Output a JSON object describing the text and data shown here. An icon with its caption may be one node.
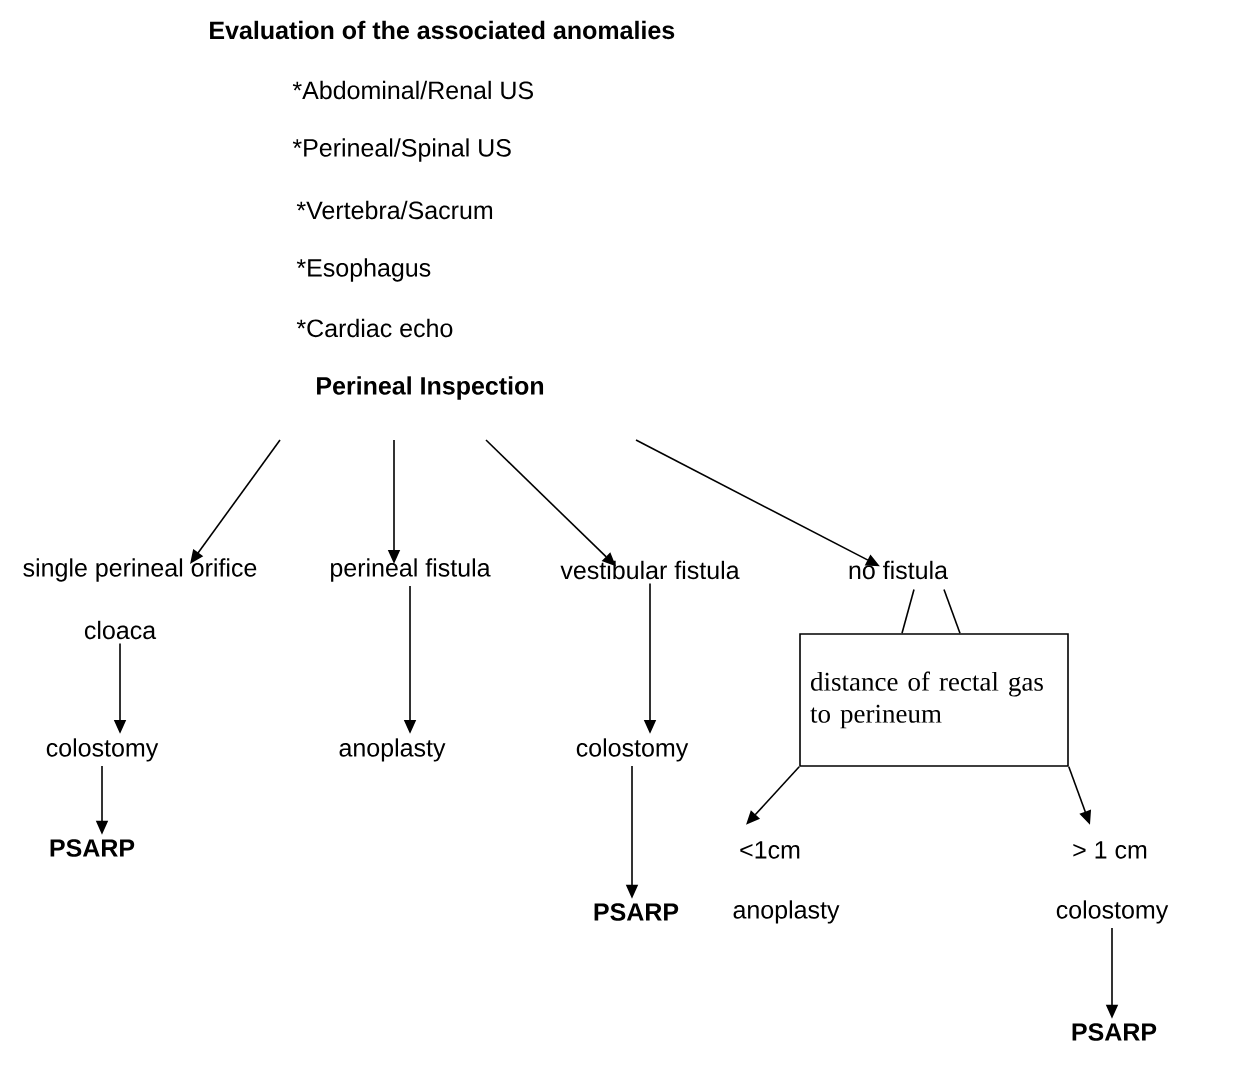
{
  "diagram": {
    "title": "Evaluation of the associated anomalies",
    "nodes": [
      {
        "text": [
          "Perineal Inspection"
        ]
      },
      {
        "text": [
          "single perineal orifice"
        ]
      },
      {
        "text": [
          "cloaca"
        ]
      },
      {
        "text": [
          "colostomy"
        ]
      },
      {
        "text": [
          "PSARP"
        ]
      },
      {
        "text": [
          "perineal fistula"
        ]
      },
      {
        "text": [
          "anoplasty"
        ]
      },
      {
        "text": [
          "vestibular fistula"
        ]
      },
      {
        "text": [
          "colostomy"
        ]
      },
      {
        "text": [
          "PSARP"
        ]
      },
      {
        "text": [
          "no fistula"
        ]
      },
      {
        "text": [
          "distance of rectal gas to perineum"
        ]
      },
      {
        "text": [
          "<1cm"
        ]
      },
      {
        "text": [
          "anoplasty"
        ]
      },
      {
        "text": [
          "> 1 cm"
        ]
      },
      {
        "text": [
          "colostomy"
        ]
      },
      {
        "text": [
          "PSARP"
        ]
      }
    ],
    "edges": [
      {
        "from": 0,
        "to": 1,
        "arrow": "to"
      },
      {
        "from": 0,
        "to": 5,
        "arrow": "to"
      },
      {
        "from": 0,
        "to": 7,
        "arrow": "to"
      },
      {
        "from": 0,
        "to": 10,
        "arrow": "to"
      },
      {
        "from": 2,
        "to": 3,
        "arrow": "to"
      },
      {
        "from": 3,
        "to": 4,
        "arrow": "to"
      },
      {
        "from": 5,
        "to": 6,
        "arrow": "to"
      },
      {
        "from": 7,
        "to": 8,
        "arrow": "to"
      },
      {
        "from": 8,
        "to": 9,
        "arrow": "to"
      },
      {
        "from": 10,
        "to": 11,
        "arrow": "none"
      },
      {
        "from": 10,
        "to": 11,
        "arrow": "none"
      },
      {
        "from": 11,
        "to": 12,
        "arrow": "to"
      },
      {
        "from": 11,
        "to": 14,
        "arrow": "to"
      },
      {
        "from": 15,
        "to": 16,
        "arrow": "to"
      }
    ],
    "labels": [
      "*Abdominal/Renal US",
      "*Perineal/Spinal US",
      "*Vertebra/Sacrum",
      "*Esophagus",
      "*Cardiac echo"
    ]
  }
}
